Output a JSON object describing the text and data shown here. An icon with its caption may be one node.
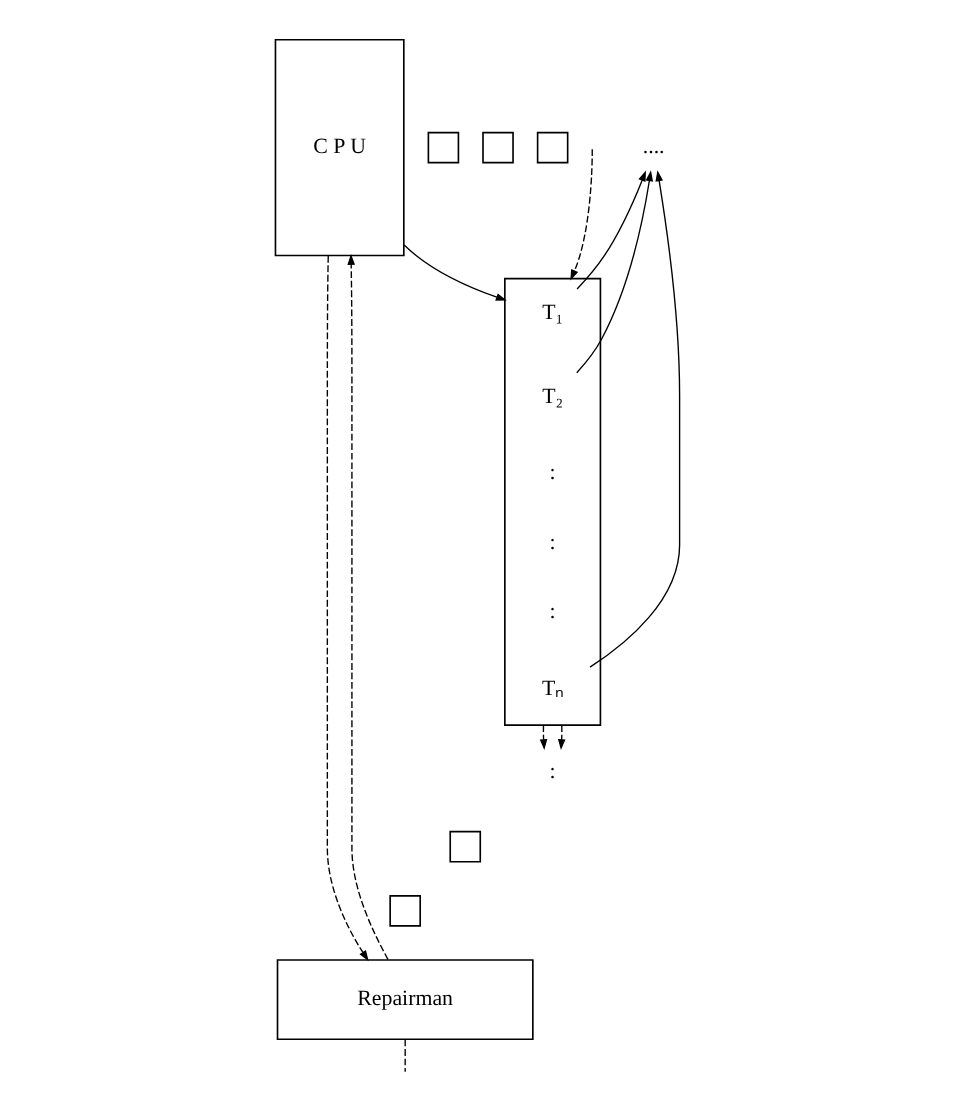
{
  "diagram": {
    "nodes": [
      {
        "text": [
          "C P U"
        ]
      },
      {
        "text": [],
        "shape": "box"
      },
      {
        "text": [
          "T₁"
        ],
        "in": 1
      },
      {
        "text": [
          "T₂"
        ],
        "in": 1
      },
      {
        "text": [
          "Tₙ"
        ],
        "in": 1
      },
      {
        "text": [],
        "shape": "box"
      },
      {
        "text": [],
        "shape": "box"
      },
      {
        "text": [],
        "shape": "box"
      },
      {
        "text": [
          "...."
        ]
      },
      {
        "text": [
          ":"
        ]
      },
      {
        "text": [],
        "shape": "box"
      },
      {
        "text": [],
        "shape": "box"
      },
      {
        "text": [
          "Repairman"
        ]
      }
    ],
    "edges": [
      {
        "from": 0,
        "to": 1,
        "arrow": "to"
      },
      {
        "from": 2,
        "to": 8,
        "arrow": "to"
      },
      {
        "from": 3,
        "to": 8,
        "arrow": "to"
      },
      {
        "from": 4,
        "to": 8,
        "arrow": "to"
      },
      {
        "from": 1,
        "to": 9,
        "arrow": "to",
        "style": "dashed"
      },
      {
        "from": 1,
        "to": 9,
        "arrow": "to",
        "style": "dashed"
      },
      {
        "from": 0,
        "to": 12,
        "arrow": "to",
        "style": "dashed"
      },
      {
        "from": 12,
        "to": 0,
        "arrow": "to",
        "style": "dashed"
      },
      {
        "from": null,
        "to": 1,
        "arrow": "to",
        "style": "dashed"
      },
      {
        "from": 12,
        "to": null,
        "arrow": "none",
        "style": "dashed"
      }
    ],
    "labels": [
      ":",
      ":",
      ":"
    ]
  }
}
